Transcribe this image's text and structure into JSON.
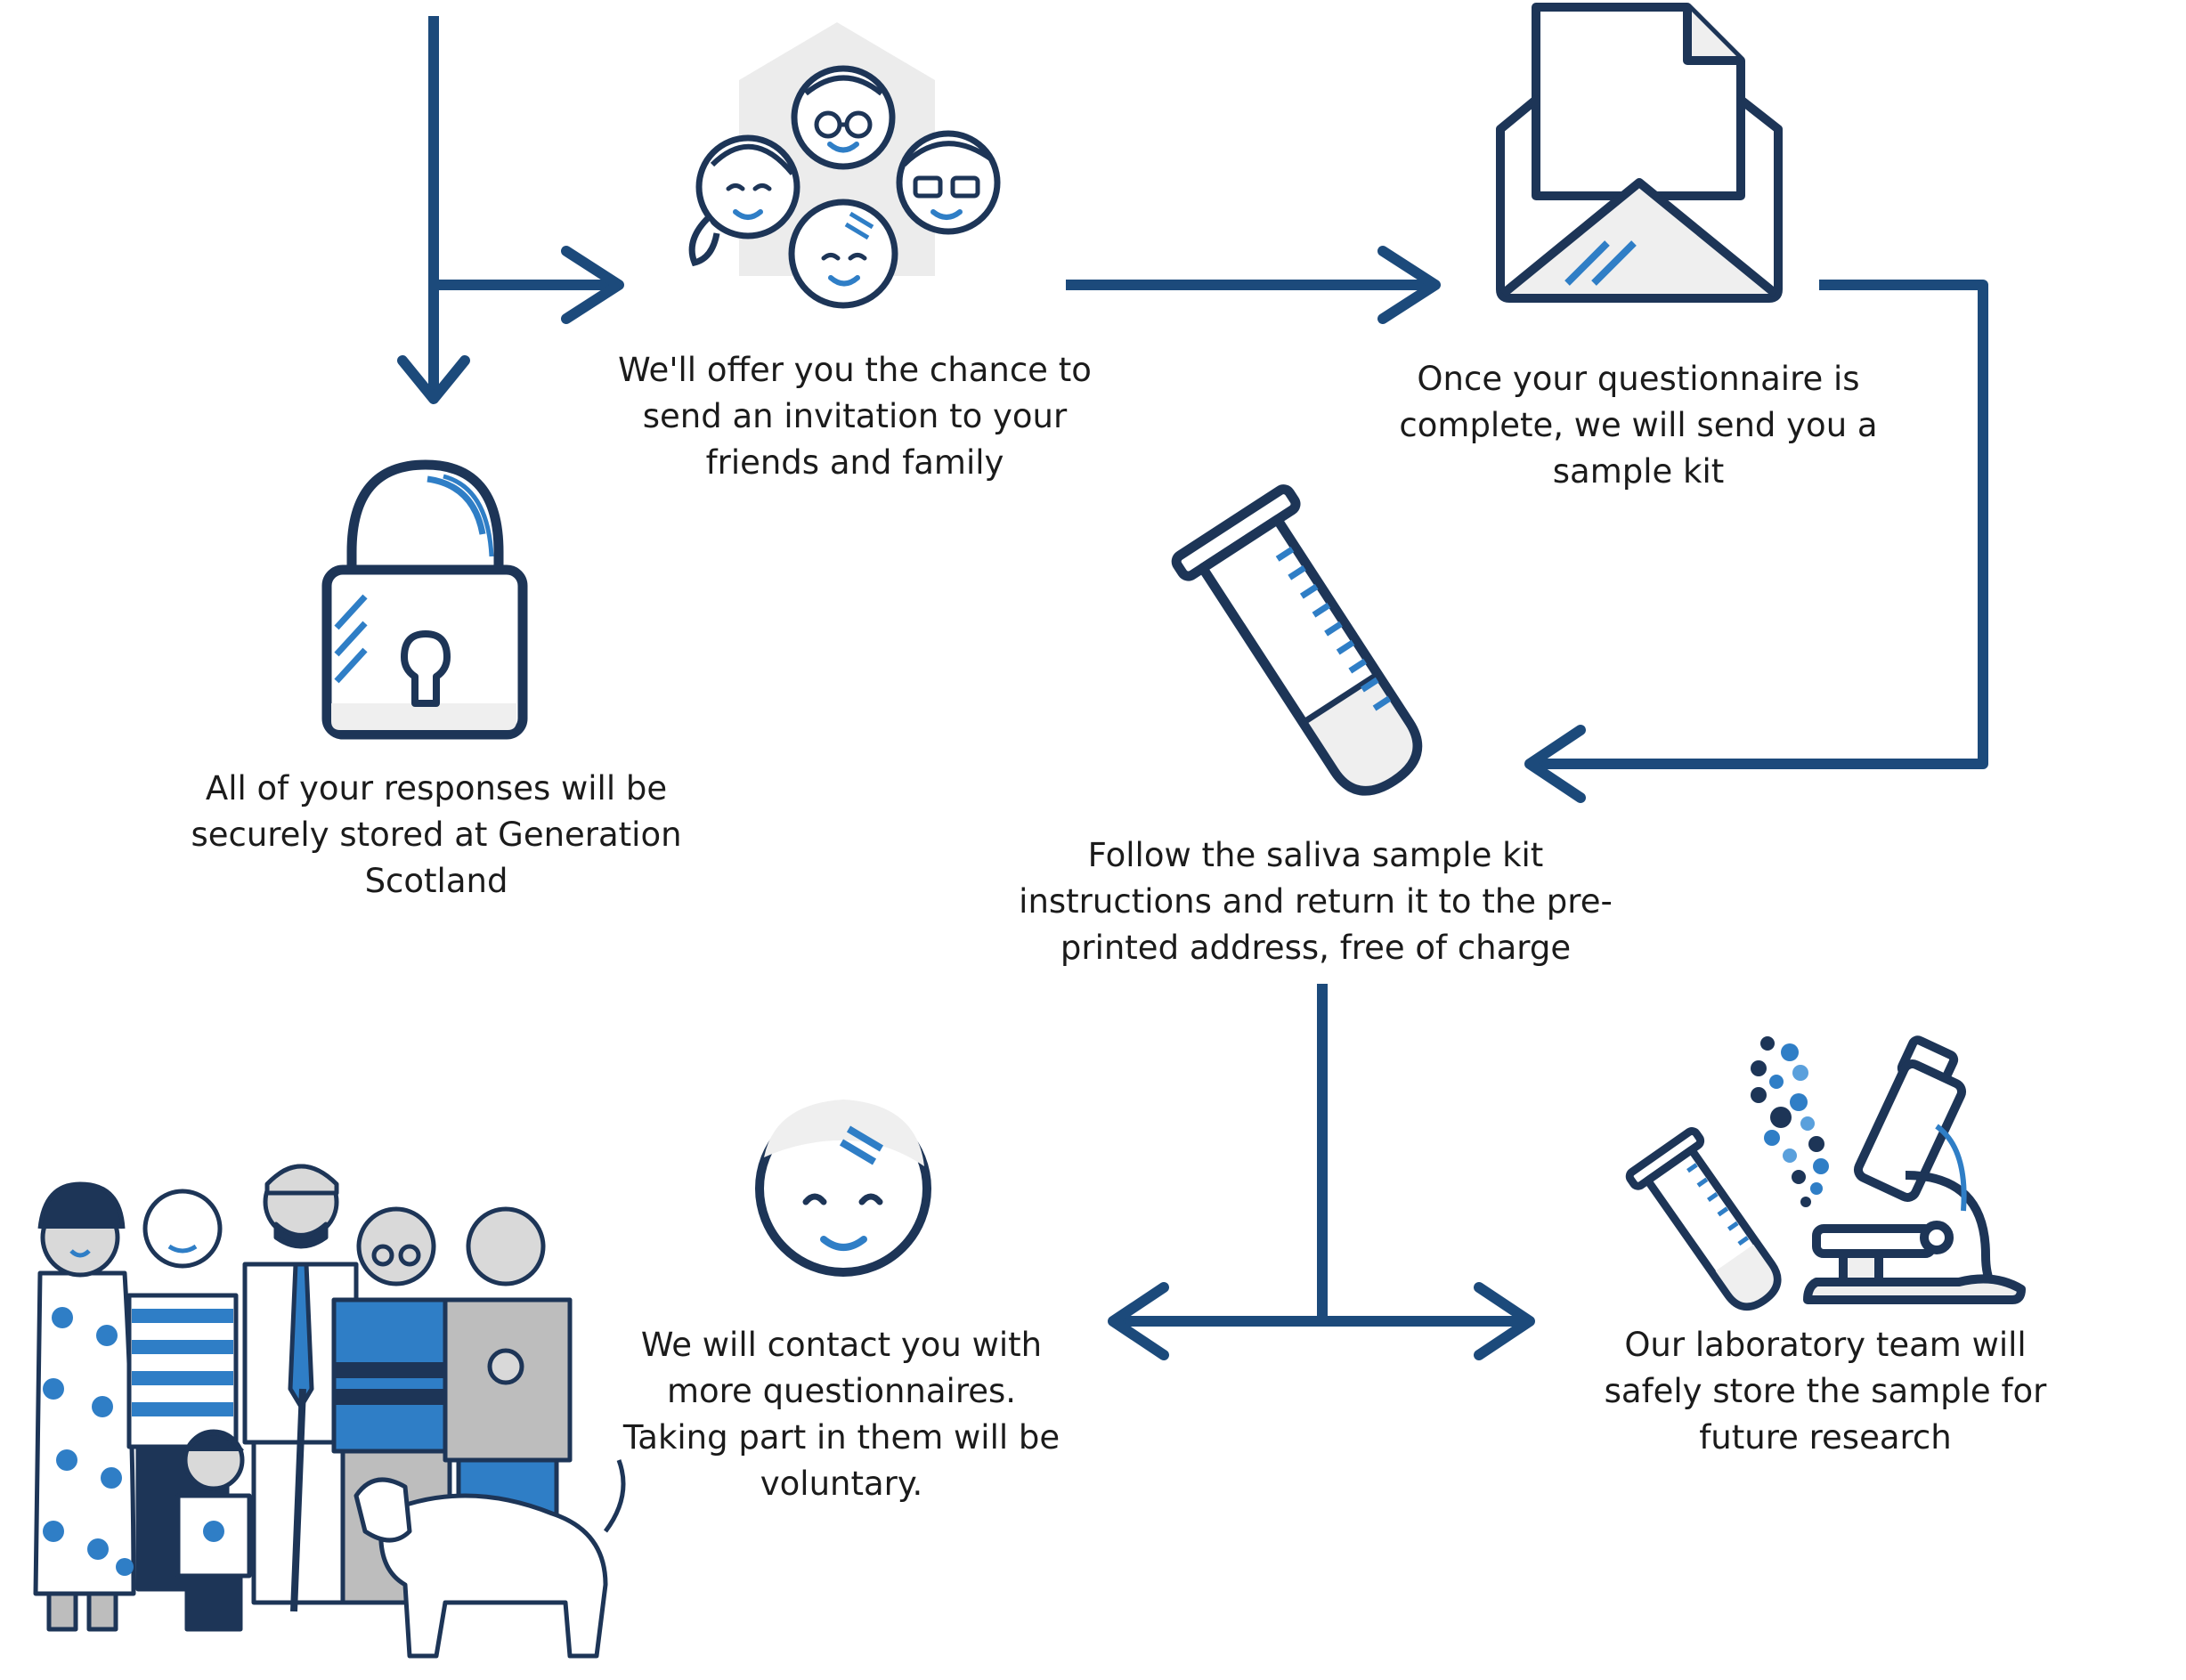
{
  "colors": {
    "navy": "#1c4a7b",
    "outline": "#1d3557",
    "accent": "#2f7ec6",
    "fill": "#efefef"
  },
  "steps": {
    "invite": {
      "lines": [
        "We'll offer you the chance to",
        "send an invitation to your",
        "friends and family"
      ]
    },
    "kit": {
      "lines": [
        "Once your questionnaire is",
        "complete, we will send you a",
        "sample kit"
      ]
    },
    "secure": {
      "lines": [
        "All of your responses will be",
        "securely stored at Generation",
        "Scotland"
      ]
    },
    "saliva": {
      "lines": [
        "Follow the saliva sample kit",
        "instructions and return it to the pre-",
        "printed address, free of charge"
      ]
    },
    "contact": {
      "lines": [
        "We will contact you with",
        "more questionnaires.",
        "Taking part in them will be",
        "voluntary."
      ]
    },
    "lab": {
      "lines": [
        "Our laboratory team will",
        "safely store the sample for",
        "future research"
      ]
    }
  },
  "icons": [
    "family-house-icon",
    "envelope-icon",
    "padlock-icon",
    "test-tube-icon",
    "smiling-person-icon",
    "lab-equipment-icon",
    "family-group-icon"
  ]
}
